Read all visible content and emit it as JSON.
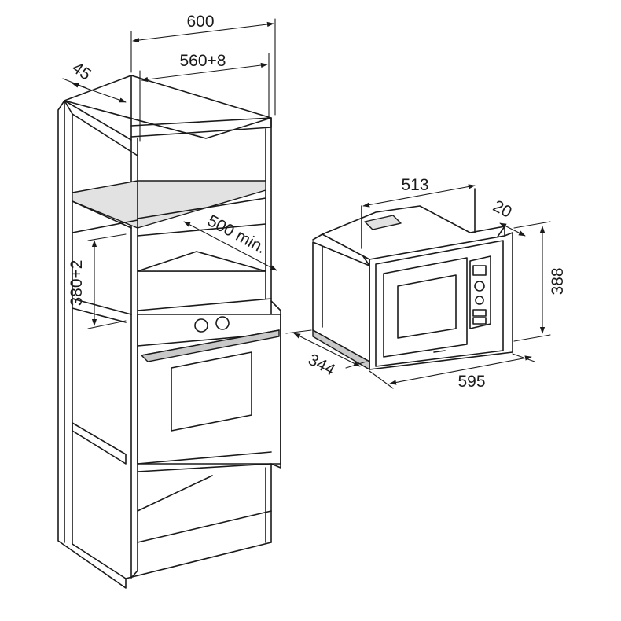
{
  "dimensions": {
    "cabinet_width": "600",
    "cabinet_inner_width": "560+8",
    "cabinet_side": "45",
    "niche_height": "380+2",
    "niche_depth": "500 min.",
    "microwave_depth_top": "513",
    "microwave_frame": "20",
    "microwave_height": "388",
    "microwave_depth": "344",
    "microwave_width": "595"
  }
}
